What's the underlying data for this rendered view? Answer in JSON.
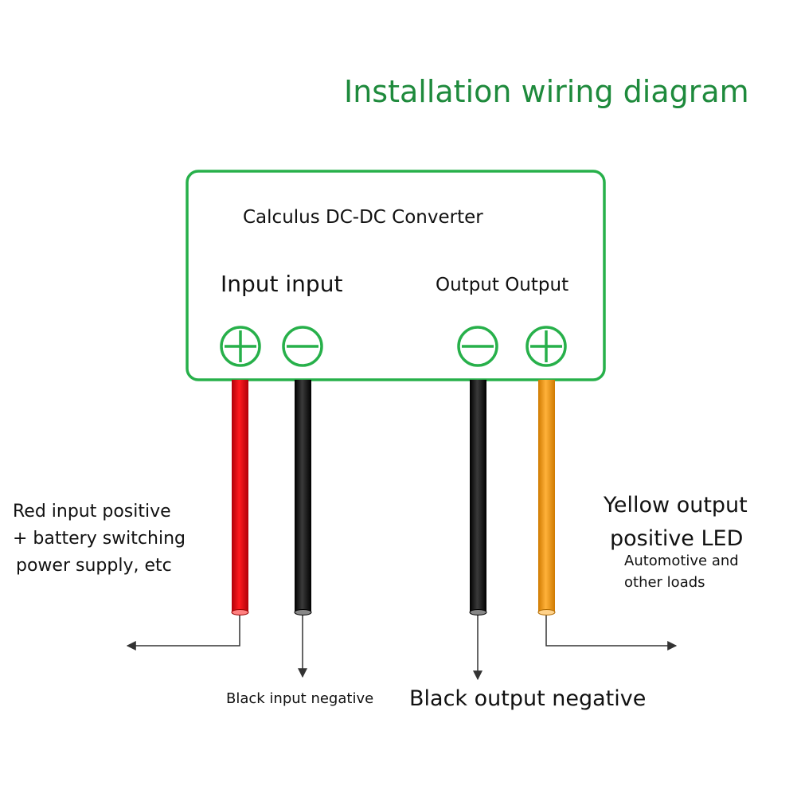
{
  "title": "Installation wiring diagram",
  "device": {
    "name": "Calculus DC-DC Converter",
    "input_heading": "Input input",
    "output_heading": "Output Output",
    "terminals": [
      "+",
      "−",
      "−",
      "+"
    ]
  },
  "wires": [
    {
      "name": "input-positive",
      "color": "#e8000b"
    },
    {
      "name": "input-negative",
      "color": "#111111"
    },
    {
      "name": "output-negative",
      "color": "#111111"
    },
    {
      "name": "output-positive",
      "color": "#f39a14"
    }
  ],
  "labels": {
    "left_lines": [
      "Red input positive",
      "+ battery switching",
      "power supply, etc"
    ],
    "right_main_lines": [
      "Yellow output",
      "positive LED"
    ],
    "right_sub_lines": [
      "Automotive and",
      "other loads"
    ],
    "bottom_left": "Black input negative",
    "bottom_right": "Black output negative"
  },
  "colors": {
    "accent_green": "#1e8a3c",
    "box_green": "#27b04a"
  }
}
